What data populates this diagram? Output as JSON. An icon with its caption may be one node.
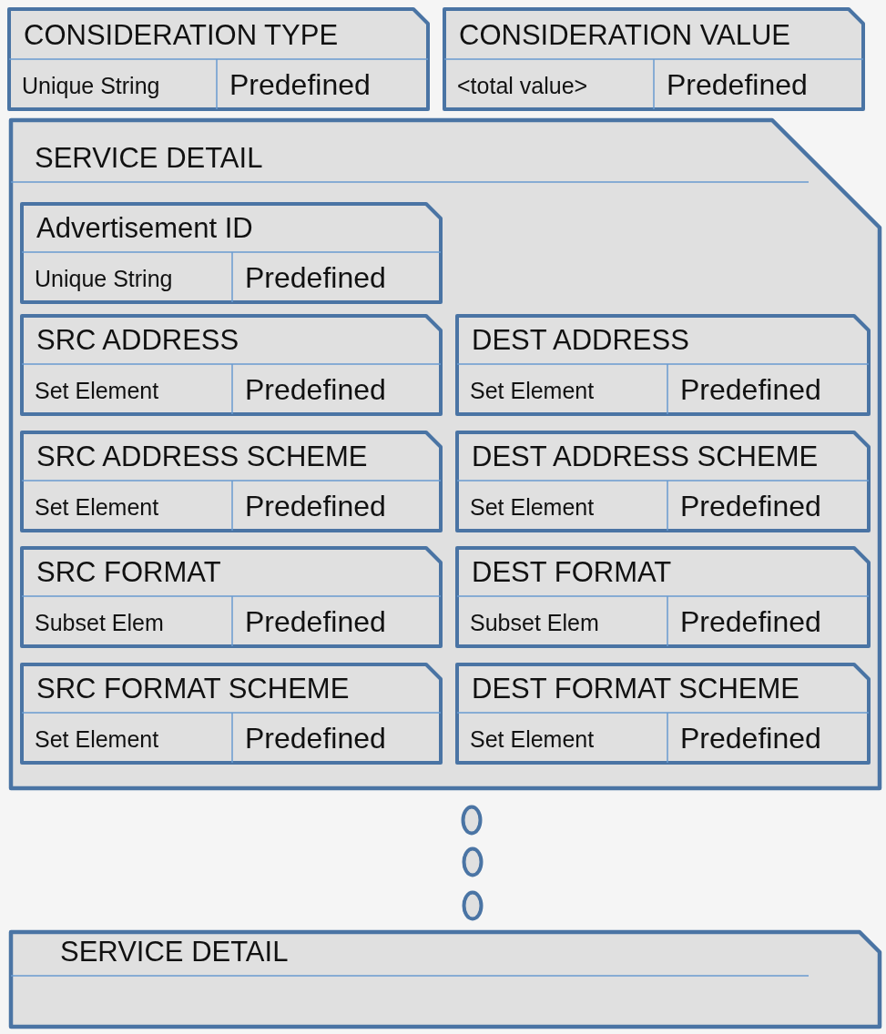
{
  "diagram": {
    "nodes": [
      {
        "text": [
          "CONSIDERATION TYPE",
          "Unique String",
          "Predefined"
        ]
      },
      {
        "text": [
          "CONSIDERATION VALUE",
          "<total value>",
          "Predefined"
        ]
      },
      {
        "text": [
          "SERVICE DETAIL"
        ]
      },
      {
        "text": [
          "Advertisement ID",
          "Unique String",
          "Predefined"
        ],
        "in": 2
      },
      {
        "text": [
          "SRC ADDRESS",
          "Set Element",
          "Predefined"
        ],
        "in": 2
      },
      {
        "text": [
          "DEST ADDRESS",
          "Set Element",
          "Predefined"
        ],
        "in": 2
      },
      {
        "text": [
          "SRC ADDRESS SCHEME",
          "Set Element",
          "Predefined"
        ],
        "in": 2
      },
      {
        "text": [
          "DEST ADDRESS SCHEME",
          "Set Element",
          "Predefined"
        ],
        "in": 2
      },
      {
        "text": [
          "SRC FORMAT",
          "Subset Elem",
          "Predefined"
        ],
        "in": 2
      },
      {
        "text": [
          "DEST FORMAT",
          "Subset Elem",
          "Predefined"
        ],
        "in": 2
      },
      {
        "text": [
          "SRC FORMAT SCHEME",
          "Set Element",
          "Predefined"
        ],
        "in": 2
      },
      {
        "text": [
          "DEST FORMAT SCHEME",
          "Set Element",
          "Predefined"
        ],
        "in": 2
      },
      {
        "text": [],
        "shape": "circle"
      },
      {
        "text": [],
        "shape": "circle"
      },
      {
        "text": [],
        "shape": "circle"
      },
      {
        "text": [
          "SERVICE DETAIL"
        ]
      }
    ]
  }
}
